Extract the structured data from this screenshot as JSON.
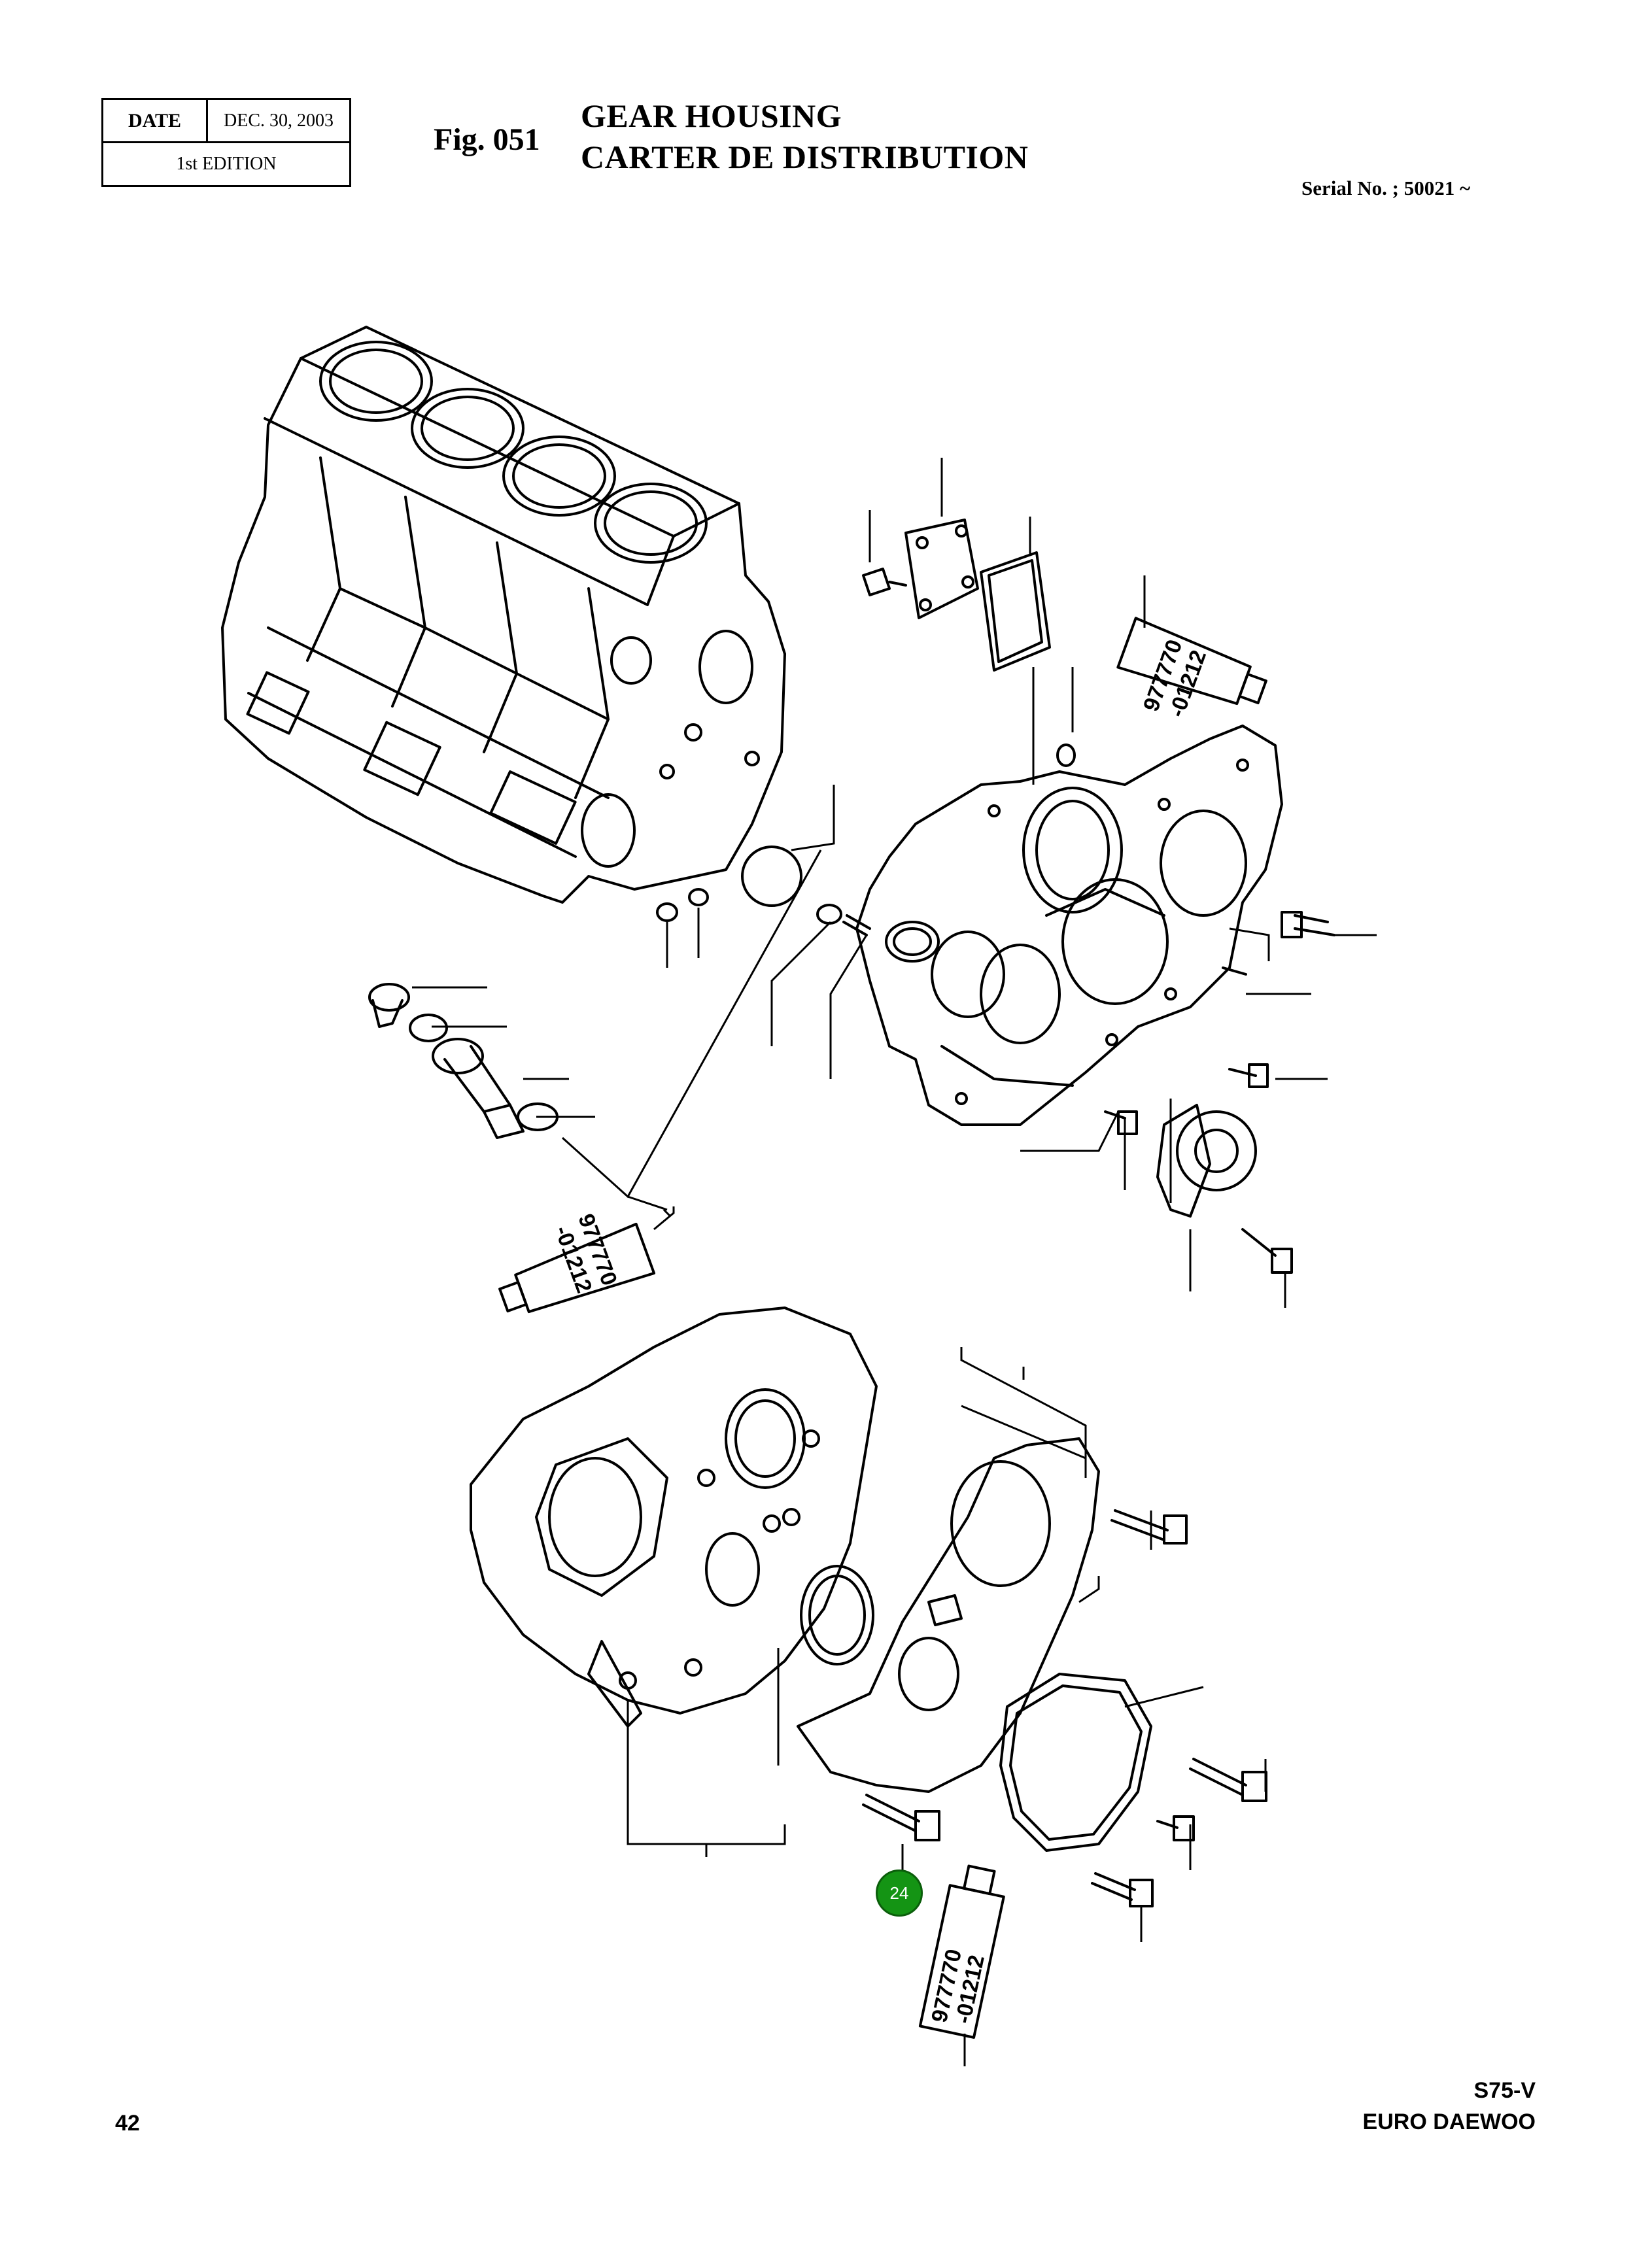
{
  "header": {
    "date_label": "DATE",
    "date_value": "DEC. 30, 2003",
    "edition": "1st EDITION",
    "figure": "Fig. 051",
    "title_en": "GEAR HOUSING",
    "title_fr": "CARTER DE DISTRIBUTION",
    "serial": "Serial No. ; 50021 ~"
  },
  "diagram": {
    "sealant_tubes": [
      {
        "line1": "977770",
        "line2": "-01212"
      },
      {
        "line1": "977770",
        "line2": "-01212"
      },
      {
        "line1": "977770",
        "line2": "-01212"
      }
    ],
    "callouts": [
      {
        "label": "24",
        "color": "#149414"
      }
    ]
  },
  "footer": {
    "page_number": "42",
    "model": "S75-V",
    "brand": "EURO DAEWOO"
  }
}
